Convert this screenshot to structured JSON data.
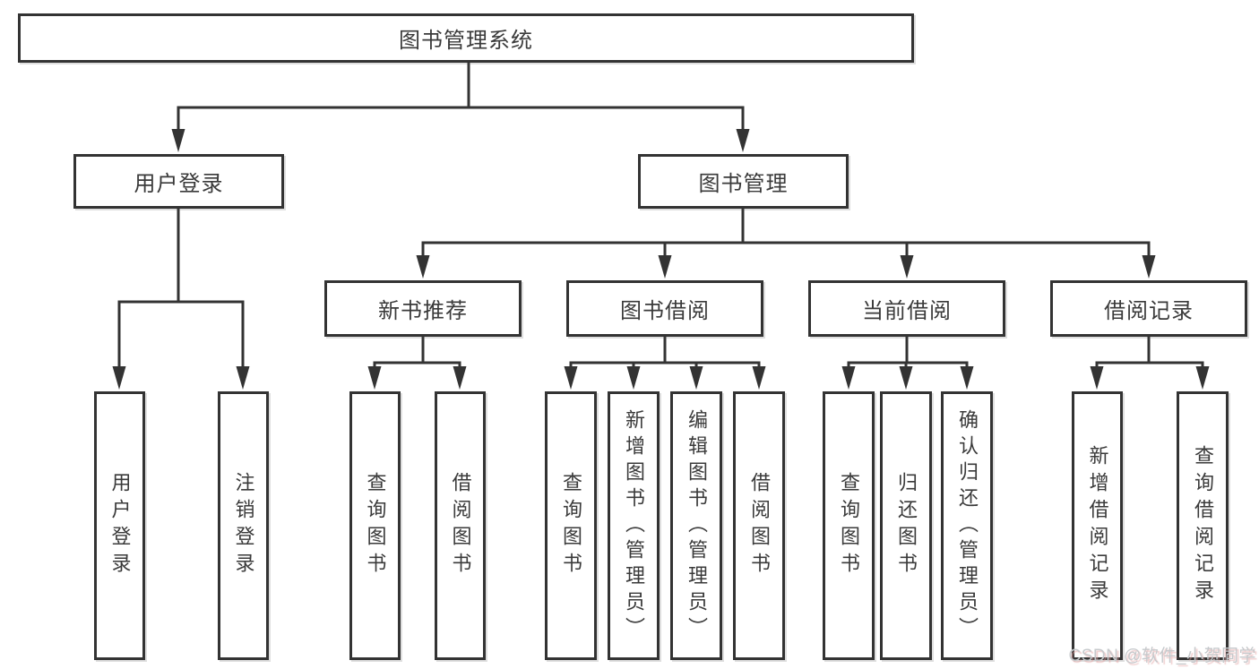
{
  "diagram": {
    "root": {
      "label": "图书管理系统"
    },
    "branches": [
      {
        "label": "用户登录",
        "children": [
          {
            "label": "用户登录"
          },
          {
            "label": "注销登录"
          }
        ]
      },
      {
        "label": "图书管理",
        "children": [
          {
            "label": "新书推荐",
            "children": [
              {
                "label": "查询图书"
              },
              {
                "label": "借阅图书"
              }
            ]
          },
          {
            "label": "图书借阅",
            "children": [
              {
                "label": "查询图书"
              },
              {
                "label": "新增图书（管理员）"
              },
              {
                "label": "编辑图书（管理员）"
              },
              {
                "label": "借阅图书"
              }
            ]
          },
          {
            "label": "当前借阅",
            "children": [
              {
                "label": "查询图书"
              },
              {
                "label": "归还图书"
              },
              {
                "label": "确认归还（管理员）"
              }
            ]
          },
          {
            "label": "借阅记录",
            "children": [
              {
                "label": "新增借阅记录"
              },
              {
                "label": "查询借阅记录"
              }
            ]
          }
        ]
      }
    ]
  },
  "watermark": "CSDN @软件_小贺同学",
  "colors": {
    "line": "#333333",
    "box_border": "#333333",
    "text": "#3a3a3a",
    "background": "#ffffff",
    "watermark_text": "#c6c9cc",
    "watermark_shadow": "#e1a0a0"
  }
}
